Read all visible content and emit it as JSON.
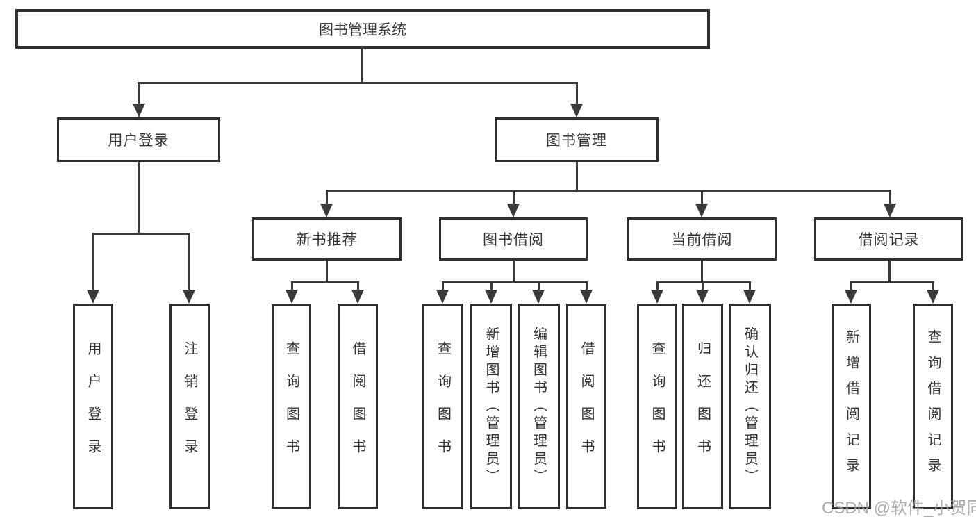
{
  "colors": {
    "line": "#3a3a3a",
    "box_border": "#2f2f2f",
    "text": "#333333",
    "watermark": "#9e9e9e",
    "background": "#ffffff"
  },
  "diagram": {
    "root": "图书管理系统",
    "level2": {
      "user_login": "用户登录",
      "book_mgmt": "图书管理"
    },
    "level3": {
      "new_book": "新书推荐",
      "book_borrow": "图书借阅",
      "current_borrow": "当前借阅",
      "borrow_records": "借阅记录"
    },
    "leaves": {
      "user_login": [
        "用户登录",
        "注销登录"
      ],
      "new_book": [
        "查询图书",
        "借阅图书"
      ],
      "book_borrow": [
        "查询图书",
        "新增图书（管理员）",
        "编辑图书（管理员）",
        "借阅图书"
      ],
      "current_borrow": [
        "查询图书",
        "归还图书",
        "确认归还（管理员）"
      ],
      "borrow_records": [
        "新增借阅记录",
        "查询借阅记录"
      ]
    }
  },
  "watermark": "CSDN @软件_小贺同学"
}
